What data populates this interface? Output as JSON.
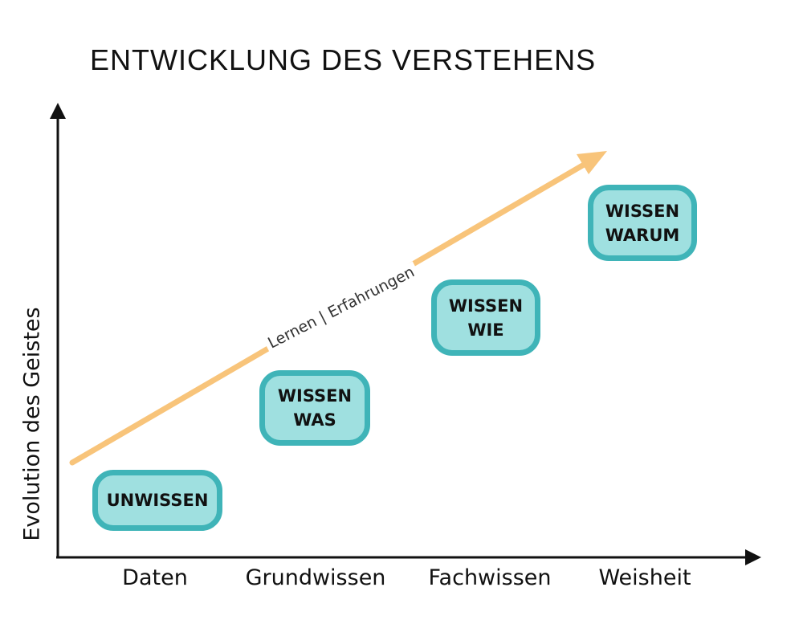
{
  "title": "ENTWICKLUNG DES VERSTEHENS",
  "y_axis_label": "Evolution des Geistes",
  "x_axis_labels": [
    "Daten",
    "Grundwissen",
    "Fachwissen",
    "Weisheit"
  ],
  "arrow_label": "Lernen | Erfahrungen",
  "stages": [
    "UNWISSEN",
    "WISSEN\nWAS",
    "WISSEN\nWIE",
    "WISSEN\nWARUM"
  ],
  "colors": {
    "box_fill": "#9fe0e0",
    "box_border": "#3fb4b8",
    "arrow": "#f8c47a",
    "axis": "#111111"
  }
}
